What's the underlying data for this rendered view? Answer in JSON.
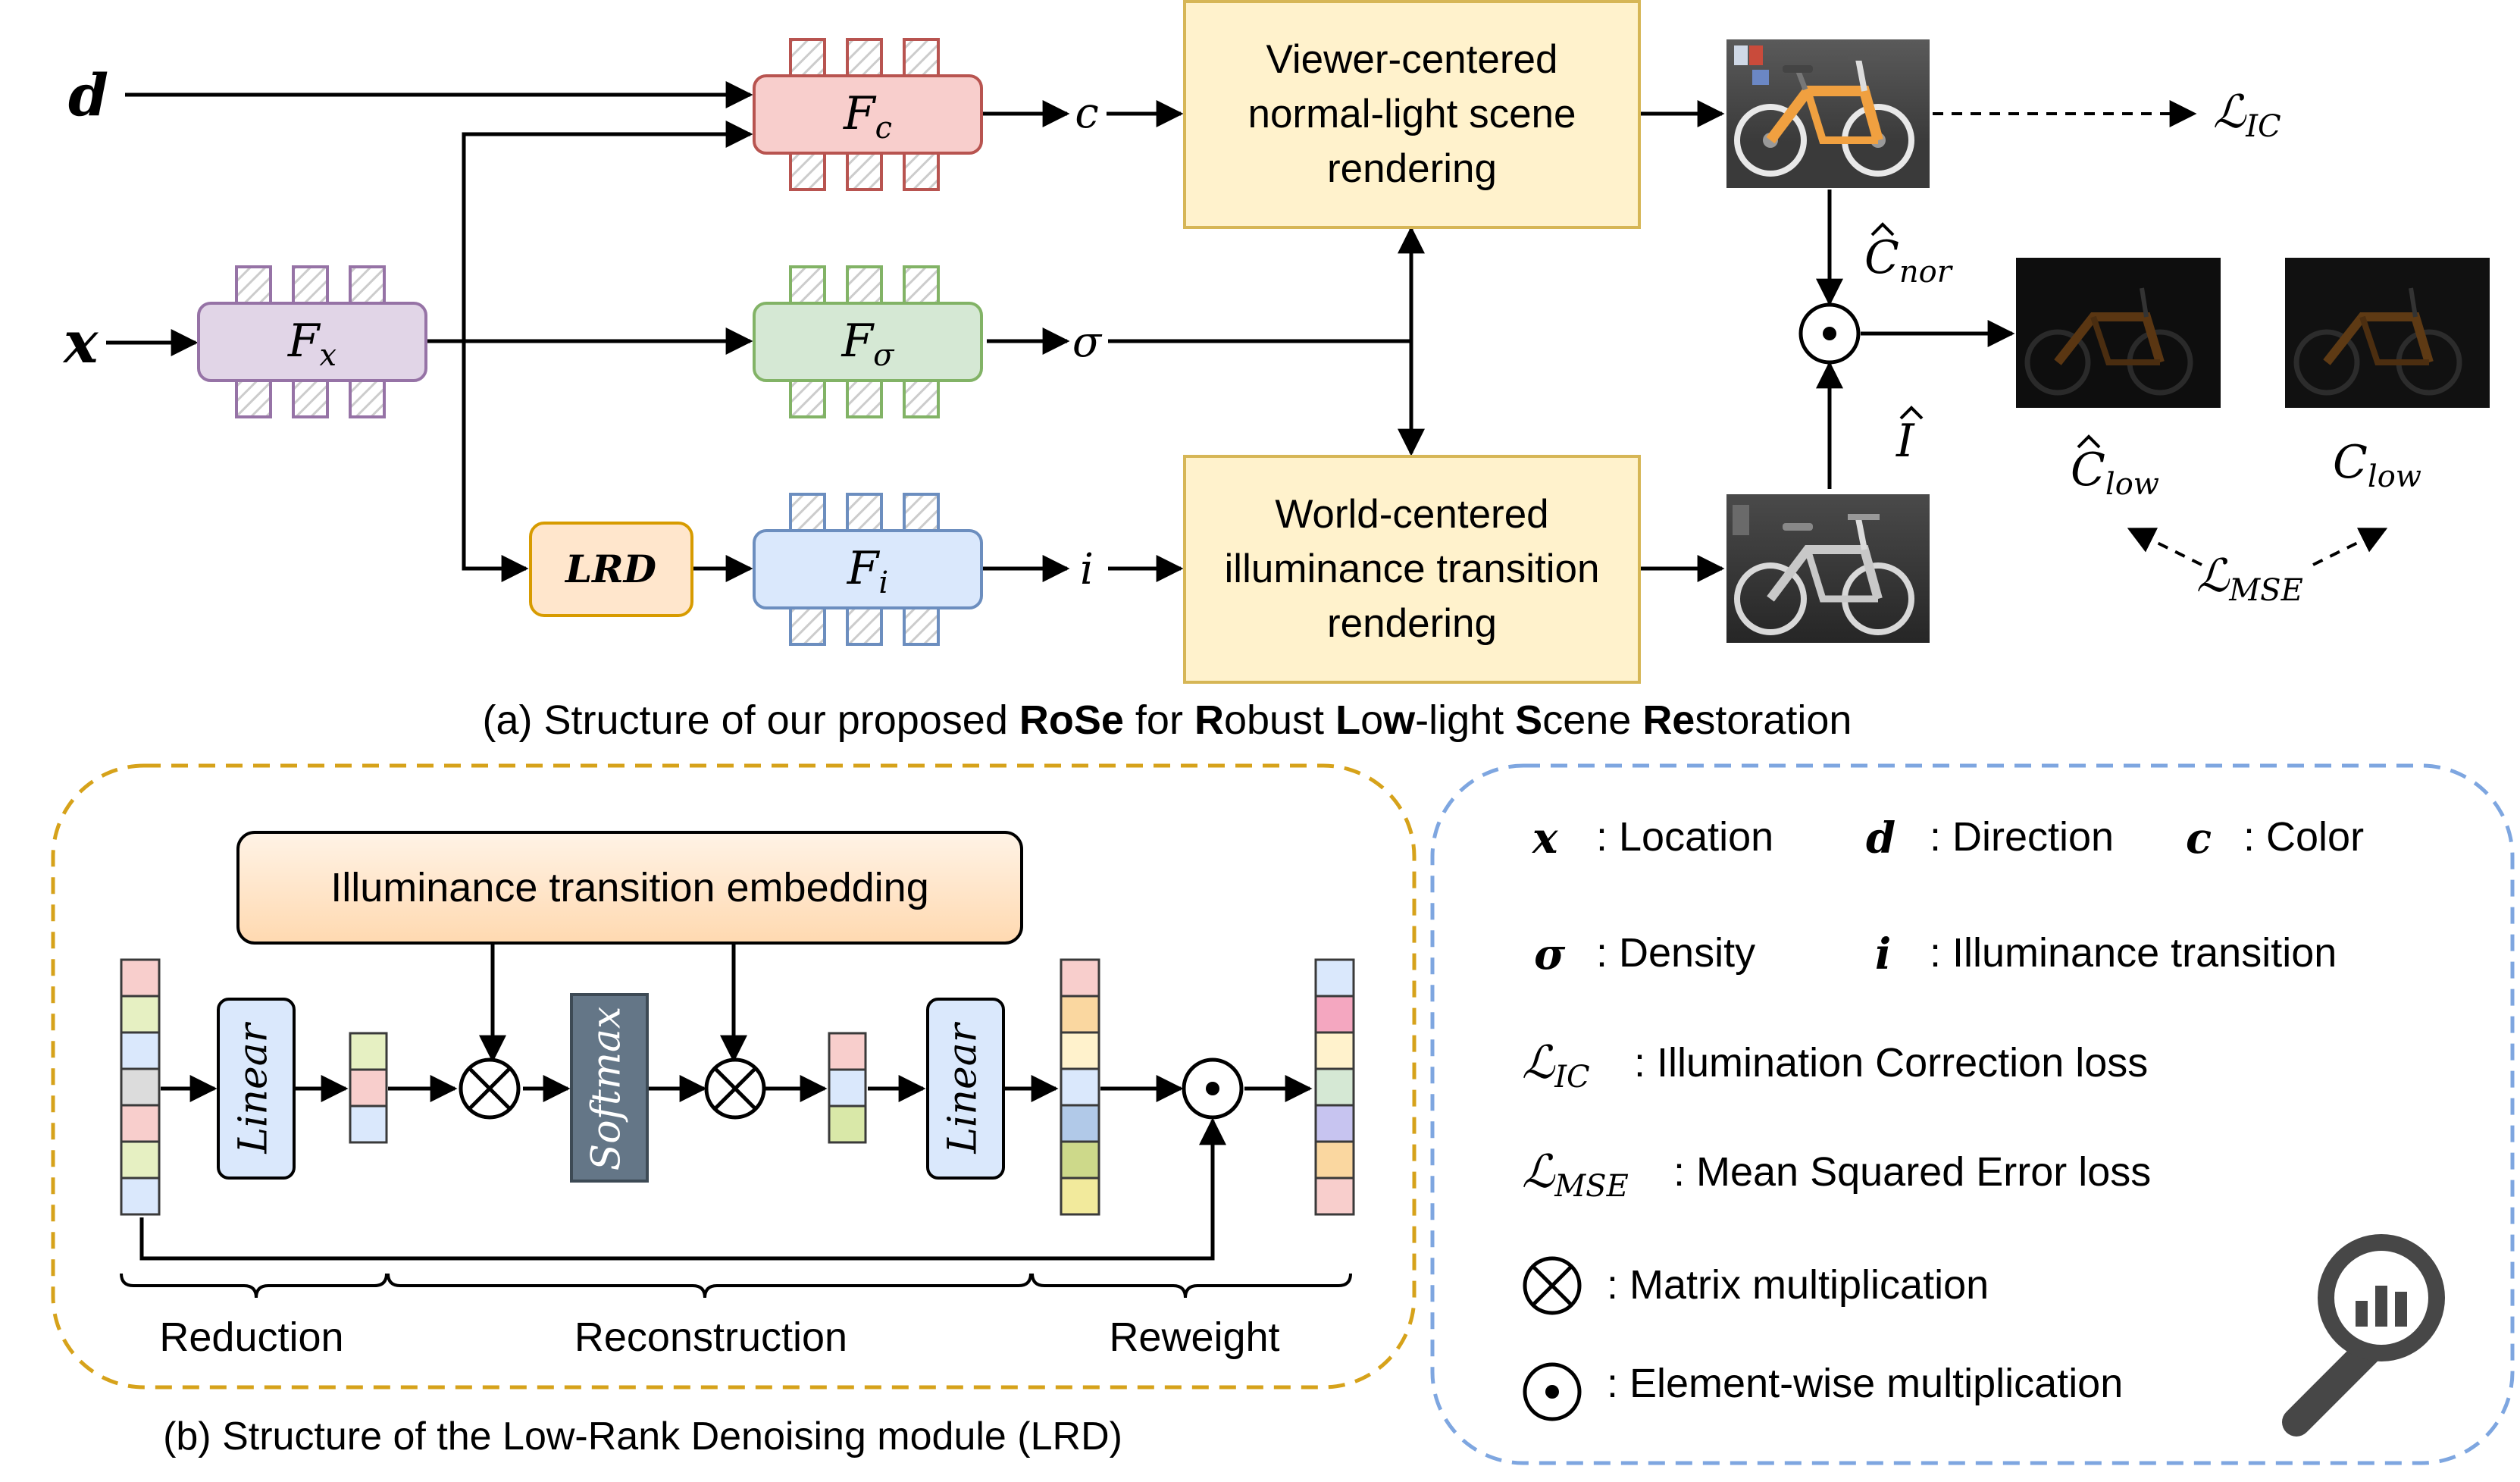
{
  "panel_a": {
    "caption_parts": [
      {
        "t": "(a) Structure of our proposed ",
        "b": false
      },
      {
        "t": "RoSe",
        "b": true
      },
      {
        "t": " for ",
        "b": false
      },
      {
        "t": "R",
        "b": true
      },
      {
        "t": "obust ",
        "b": false
      },
      {
        "t": "L",
        "b": true
      },
      {
        "t": "o",
        "b": false
      },
      {
        "t": "w",
        "b": true
      },
      {
        "t": "-light ",
        "b": false
      },
      {
        "t": "S",
        "b": true
      },
      {
        "t": "cene ",
        "b": false
      },
      {
        "t": "Re",
        "b": true
      },
      {
        "t": "storation",
        "b": false
      }
    ],
    "inputs": {
      "d": "d",
      "x": "x"
    },
    "mlp": {
      "fc": {
        "main": "F",
        "sub": "c"
      },
      "fx": {
        "main": "F",
        "sub": "x"
      },
      "fs": {
        "main": "F",
        "sub": "σ"
      },
      "fi": {
        "main": "F",
        "sub": "i"
      }
    },
    "lrd_label": "LRD",
    "outputs": {
      "c": "c",
      "sigma": "σ",
      "i": "i"
    },
    "render_top": [
      "Viewer-centered",
      "normal-light scene",
      "rendering"
    ],
    "render_bottom": [
      "World-centered",
      "illuminance transition",
      "rendering"
    ],
    "labels": {
      "c_nor": {
        "main": "C",
        "sub": "nor"
      },
      "i_hat": "I",
      "c_low_hat": {
        "main": "C",
        "sub": "low"
      },
      "c_low": {
        "main": "C",
        "sub": "low"
      },
      "loss_ic": {
        "main": "ℒ",
        "sub": "IC"
      },
      "loss_mse": {
        "main": "ℒ",
        "sub": "MSE"
      }
    }
  },
  "panel_b": {
    "caption": "(b) Structure of the Low-Rank Denoising module (LRD)",
    "embedding": "Illuminance transition embedding",
    "linear_1": "Linear",
    "softmax": "Softmax",
    "linear_2": "Linear",
    "stages": [
      "Reduction",
      "Reconstruction",
      "Reweight"
    ]
  },
  "legend": {
    "row1": [
      {
        "sym": "x",
        "text": ": Location"
      },
      {
        "sym": "d",
        "text": ": Direction"
      },
      {
        "sym": "c",
        "text": ": Color"
      }
    ],
    "row2": [
      {
        "sym": "σ",
        "text": ": Density"
      },
      {
        "sym": "i",
        "text": ": Illuminance transition"
      }
    ],
    "loss_ic": {
      "main": "ℒ",
      "sub": "IC",
      "text": ": Illumination Correction loss"
    },
    "loss_mse": {
      "main": "ℒ",
      "sub": "MSE",
      "text": ": Mean Squared Error loss"
    },
    "matmul": ": Matrix multiplication",
    "elemwise": ": Element-wise multiplication",
    "icon": "search-chart-icon"
  },
  "colors": {
    "fc": {
      "fill": "#f8cecc",
      "stroke": "#b85450"
    },
    "fx": {
      "fill": "#e1d5e7",
      "stroke": "#9673a6"
    },
    "fs": {
      "fill": "#d5e8d4",
      "stroke": "#82b366"
    },
    "fi": {
      "fill": "#dae8fc",
      "stroke": "#6c8ebf"
    },
    "lrd": {
      "fill": "#ffe6cc",
      "stroke": "#d79b00"
    },
    "render": {
      "fill": "#fff2cc",
      "stroke": "#d6b656"
    },
    "softmax": "#647687",
    "panel_b_border": "#d6a21a",
    "legend_border": "#7ea6e0"
  }
}
